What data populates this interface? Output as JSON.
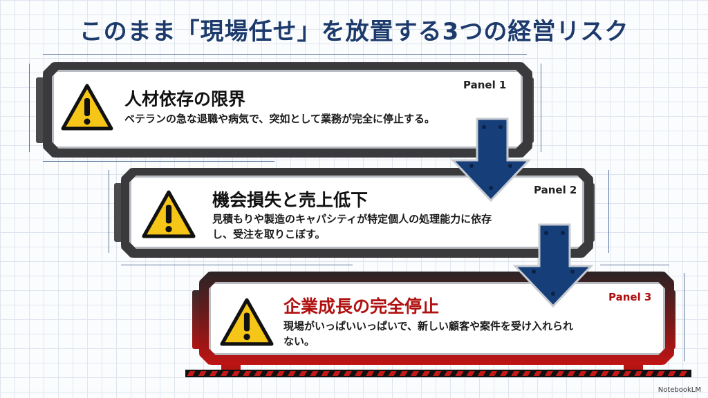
{
  "title": "このまま「現場任せ」を放置する3つの経営リスク",
  "panels": [
    {
      "label": "Panel 1",
      "title": "人材依存の限界",
      "text_lines": [
        "ベテランの急な退職や病気で、突如として業務が完全に停止する。"
      ],
      "icon": "warning-icon"
    },
    {
      "label": "Panel 2",
      "title": "機会損失と売上低下",
      "text_lines": [
        "見積もりや製造のキャパシティが特定個人の処理能力に依存",
        "し、受注を取りこぼす。"
      ],
      "icon": "warning-icon"
    },
    {
      "label": "Panel 3",
      "title": "企業成長の完全停止",
      "text_lines": [
        "現場がいっぱいいっぱいで、新しい顧客や案件を受け入れられ",
        "ない。"
      ],
      "icon": "warning-icon"
    }
  ],
  "colors": {
    "title": "#1c3a6b",
    "danger": "#b01010",
    "arrow": "#163f7a",
    "warning": "#f5c518"
  },
  "brand": "NotebookLM"
}
